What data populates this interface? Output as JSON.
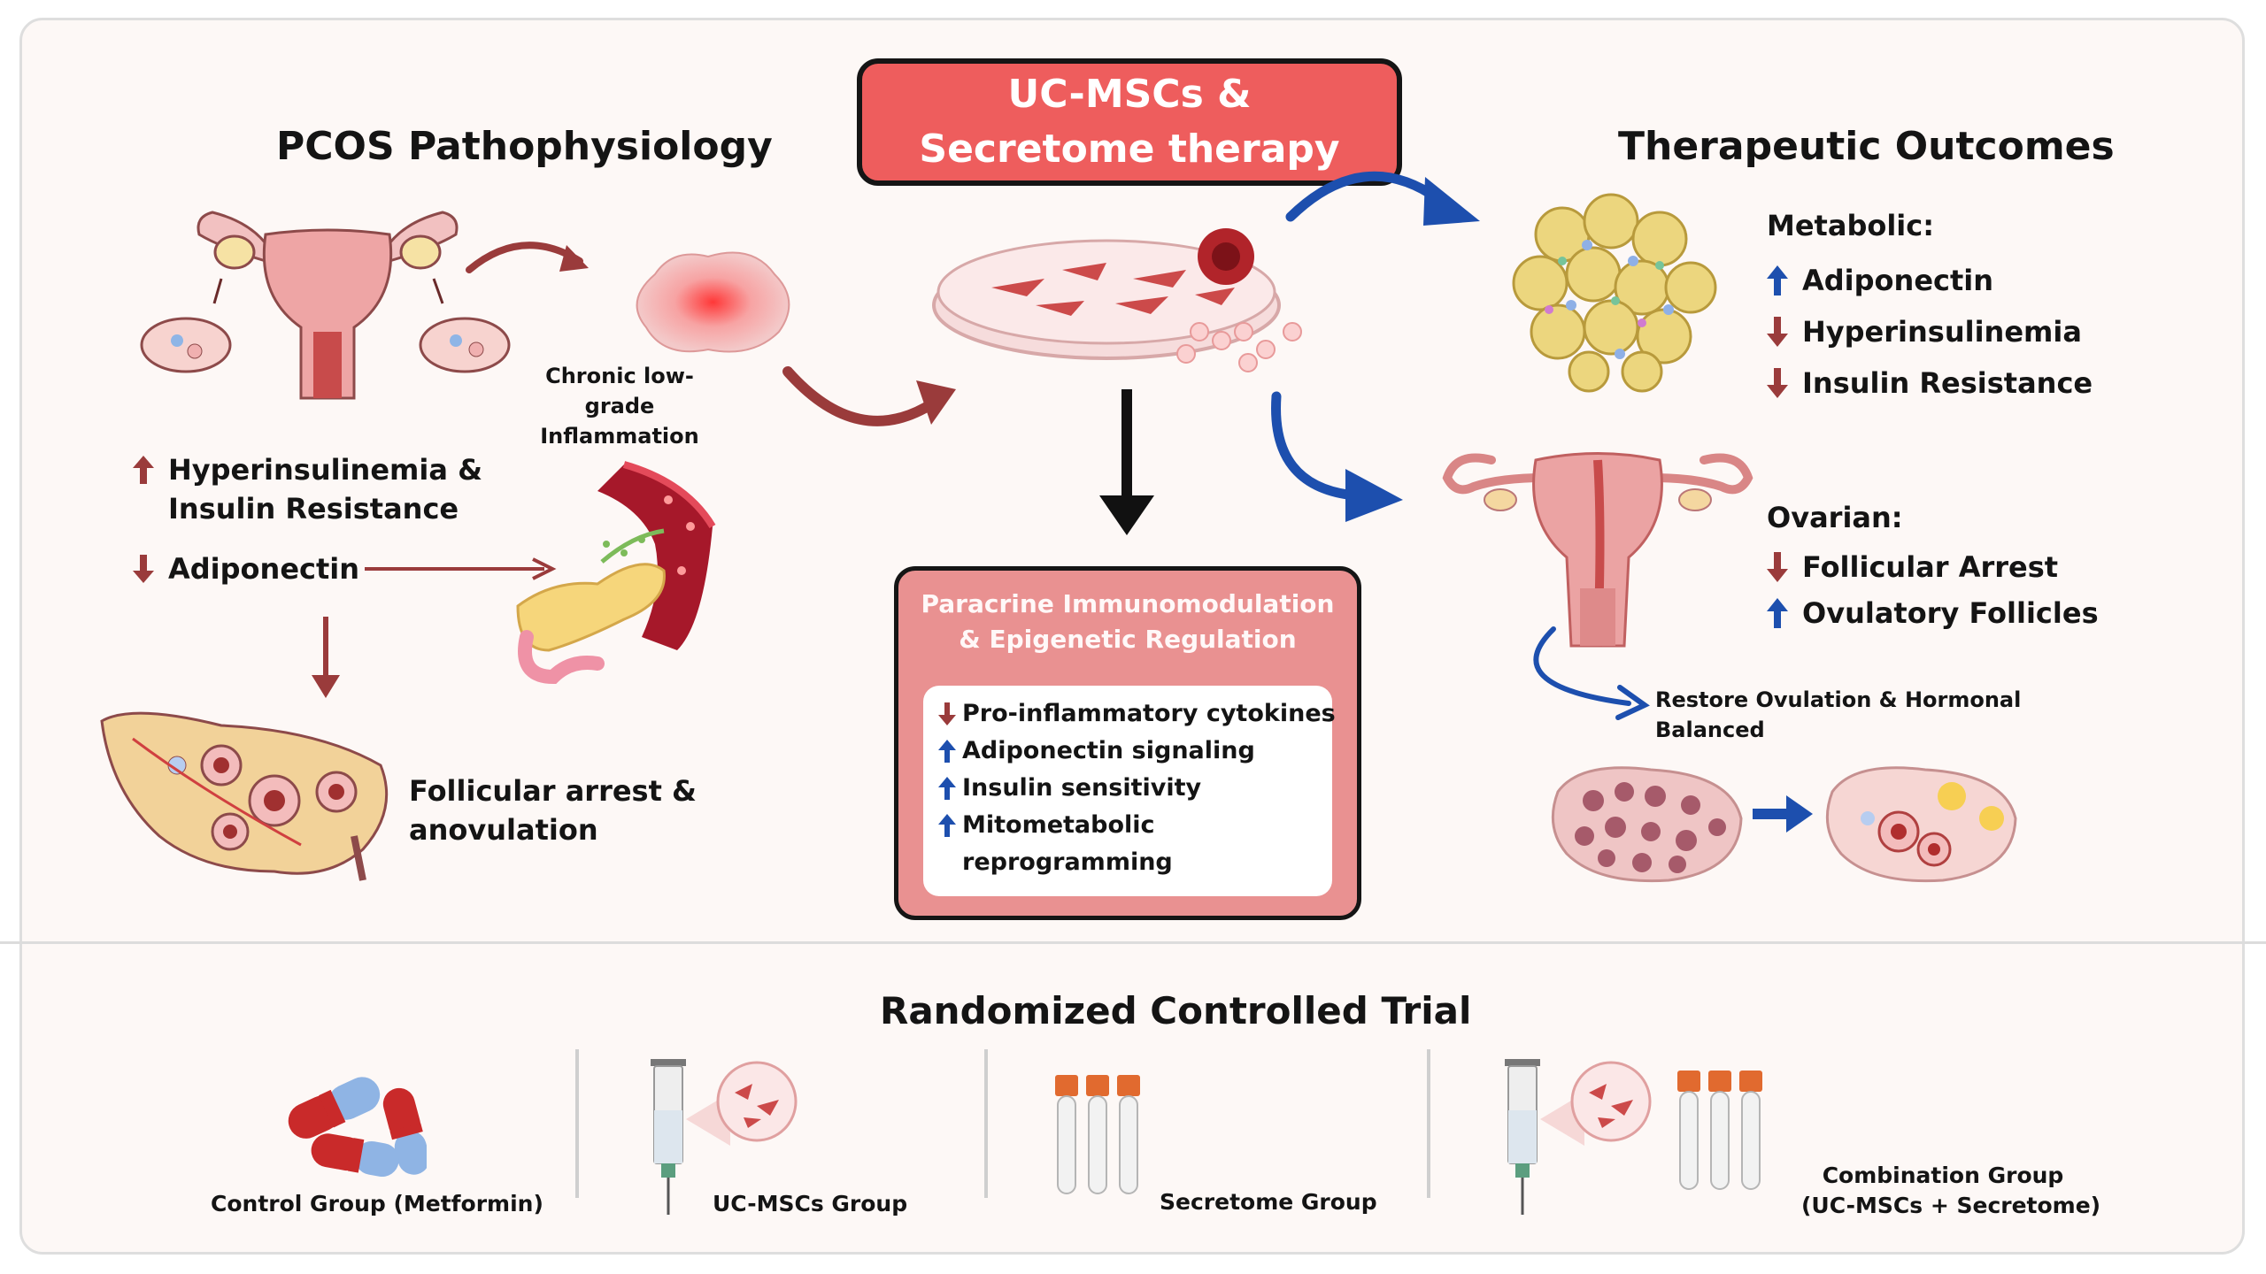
{
  "center_title": "UC-MSCs & Secretome therapy",
  "left": {
    "heading": "PCOS Pathophysiology",
    "inflammation_label_1": "Chronic low-grade",
    "inflammation_label_2": "Inflammation",
    "item1_line1": "Hyperinsulinemia &",
    "item1_line2": "Insulin Resistance",
    "item2": "Adiponectin",
    "follicular_line1": "Follicular arrest &",
    "follicular_line2": "anovulation"
  },
  "mechanism": {
    "title_line1": "Paracrine Immunomodulation",
    "title_line2": "& Epigenetic Regulation",
    "items": [
      {
        "dir": "down",
        "text": "Pro-inflammatory cytokines"
      },
      {
        "dir": "up",
        "text": "Adiponectin signaling"
      },
      {
        "dir": "up",
        "text": "Insulin sensitivity"
      },
      {
        "dir": "up",
        "text": "Mitometabolic"
      },
      {
        "dir": "none",
        "text": "reprogramming"
      }
    ]
  },
  "right": {
    "heading": "Therapeutic Outcomes",
    "metabolic_label": "Metabolic:",
    "metabolic_items": [
      {
        "dir": "up",
        "text": "Adiponectin"
      },
      {
        "dir": "down",
        "text": "Hyperinsulinemia"
      },
      {
        "dir": "down",
        "text": "Insulin Resistance"
      }
    ],
    "ovarian_label": "Ovarian:",
    "ovarian_items": [
      {
        "dir": "down",
        "text": "Follicular Arrest"
      },
      {
        "dir": "up",
        "text": "Ovulatory Follicles"
      }
    ],
    "restore_line1": "Restore Ovulation & Hormonal",
    "restore_line2": "Balanced"
  },
  "trial": {
    "heading": "Randomized Controlled Trial",
    "groups": [
      "Control Group (Metformin)",
      "UC-MSCs Group",
      "Secretome Group",
      "Combination Group",
      "(UC-MSCs + Secretome)"
    ]
  },
  "colors": {
    "up_arrow": "#1d4fae",
    "down_arrow": "#9a3b3b",
    "title_box": "#ee5d5d",
    "mechanism_box": "#e99191"
  }
}
